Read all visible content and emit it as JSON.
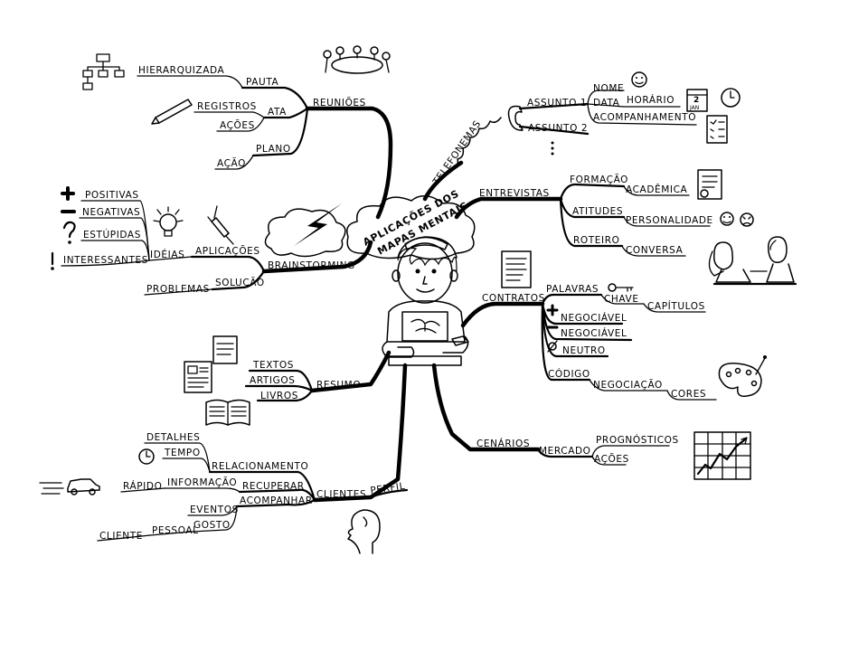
{
  "center": {
    "title_line1": "APLICAÇÕES DOS",
    "title_line2": "MAPAS MENTAIS"
  },
  "branches": {
    "reunioes": {
      "label": "REUNIÕES",
      "pauta": "PAUTA",
      "hierarquizada": "HIERARQUIZADA",
      "ata": "ATA",
      "registros": "REGISTROS",
      "acoes": "AÇÕES",
      "plano": "PLANO",
      "acao": "AÇÃO"
    },
    "brainstorming": {
      "label": "BRAINSTORMING",
      "aplicacoes": "APLICAÇÕES",
      "ideias": "IDÉIAS",
      "positivas": "POSITIVAS",
      "negativas": "NEGATIVAS",
      "estupidas": "ESTÚPIDAS",
      "interessantes": "INTERESSANTES",
      "solucao": "SOLUÇÃO",
      "problemas": "PROBLEMAS"
    },
    "resumo": {
      "label": "RESUMO",
      "textos": "TEXTOS",
      "artigos": "ARTIGOS",
      "livros": "LIVROS"
    },
    "clientes": {
      "label": "CLIENTES",
      "perfil": "PERFIL",
      "relacionamento": "RELACIONAMENTO",
      "detalhes": "DETALHES",
      "tempo": "TEMPO",
      "recuperar": "RECUPERAR",
      "informacao": "INFORMAÇÃO",
      "rapido": "RÁPIDO",
      "acompanhar": "ACOMPANHAR",
      "eventos": "EVENTOS",
      "gosto": "GOSTO",
      "pessoal": "PESSOAL",
      "cliente": "CLIENTE"
    },
    "telefonemas": {
      "label": "TELEFONEMAS",
      "assunto1": "ASSUNTO 1",
      "assunto2": "ASSUNTO 2",
      "nome": "NOME",
      "data": "DATA",
      "horario": "HORÁRIO",
      "acompanhamento": "ACOMPANHAMENTO",
      "calendar_day": "2",
      "calendar_month": "JAN"
    },
    "entrevistas": {
      "label": "ENTREVISTAS",
      "formacao": "FORMAÇÃO",
      "academica": "ACADÊMICA",
      "atitudes": "ATITUDES",
      "personalidade": "PERSONALIDADE",
      "roteiro": "ROTEIRO",
      "conversa": "CONVERSA"
    },
    "contratos": {
      "label": "CONTRATOS",
      "palavras": "PALAVRAS",
      "chave": "CHAVE",
      "capitulos": "CAPÍTULOS",
      "negociavel": "NEGOCIÁVEL",
      "nao_negociavel": "NEGOCIÁVEL",
      "neutro": "NEUTRO",
      "codigo": "CÓDIGO",
      "negociacao": "NEGOCIAÇÃO",
      "cores": "CORES"
    },
    "cenarios": {
      "label": "CENÁRIOS",
      "mercado": "MERCADO",
      "prognosticos": "PROGNÓSTICOS",
      "acoes": "AÇÕES"
    }
  },
  "icons": [
    "org-chart-icon",
    "meeting-people-icon",
    "pencil-icon",
    "lightbulb-icon",
    "syringe-icon",
    "storm-cloud-icon",
    "plus-icon",
    "minus-icon",
    "question-icon",
    "exclamation-icon",
    "phone-icon",
    "smiley-icon",
    "calendar-icon",
    "clock-icon",
    "checklist-icon",
    "certificate-icon",
    "happy-face-icon",
    "sad-face-icon",
    "interview-people-icon",
    "contract-document-icon",
    "key-icon",
    "palette-icon",
    "line-chart-icon",
    "papers-icon",
    "open-book-icon",
    "stopwatch-icon",
    "car-icon",
    "head-profile-icon",
    "person-center-icon"
  ]
}
